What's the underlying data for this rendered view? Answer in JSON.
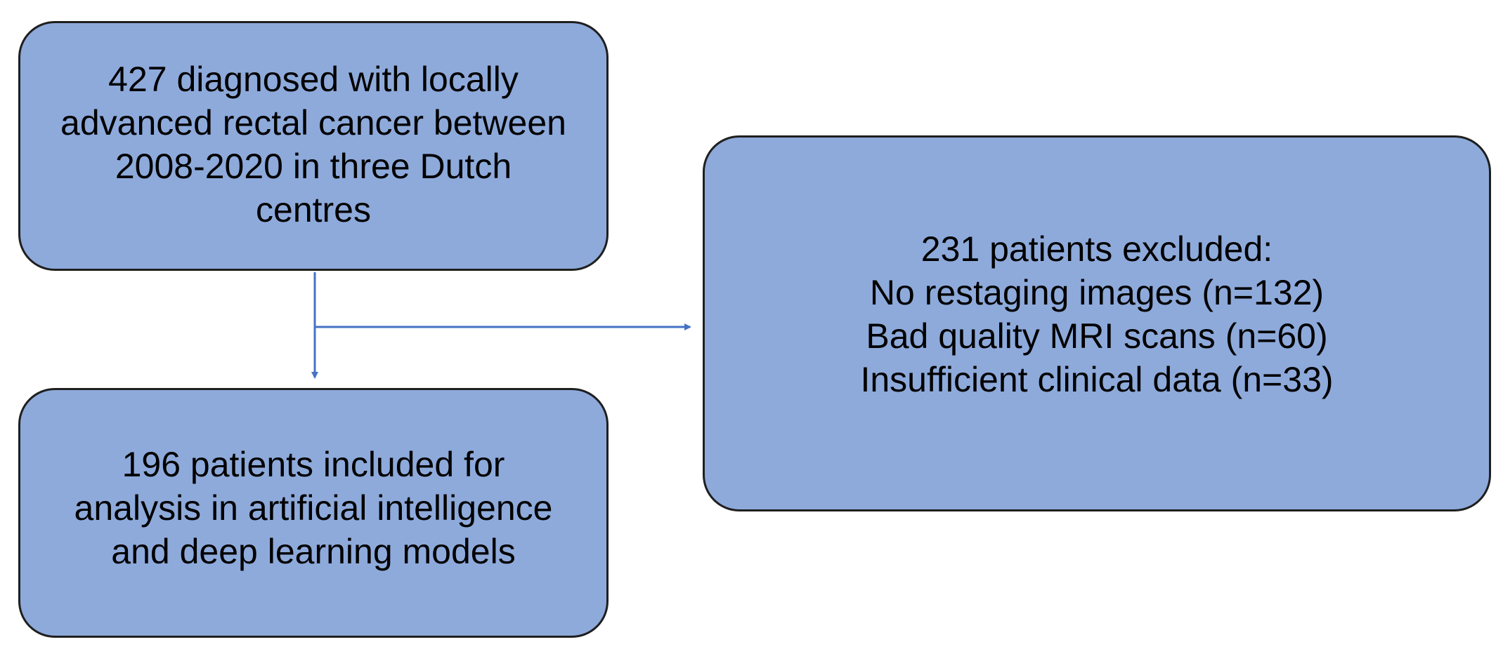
{
  "boxes": {
    "cohort": {
      "lines": [
        "427 diagnosed with locally",
        "advanced rectal cancer between",
        "2008-2020 in three Dutch",
        "centres"
      ]
    },
    "included": {
      "lines": [
        "196 patients included for",
        "analysis in artificial intelligence",
        "and deep learning models"
      ]
    },
    "excluded": {
      "lines": [
        "231 patients excluded:",
        "No restaging images (n=132)",
        "Bad quality MRI scans (n=60)",
        "Insufficient clinical data (n=33)"
      ]
    }
  },
  "colors": {
    "box_fill": "#8eaadb",
    "box_border": "#1f1f1f",
    "arrow": "#4472c4",
    "text": "#000000"
  }
}
